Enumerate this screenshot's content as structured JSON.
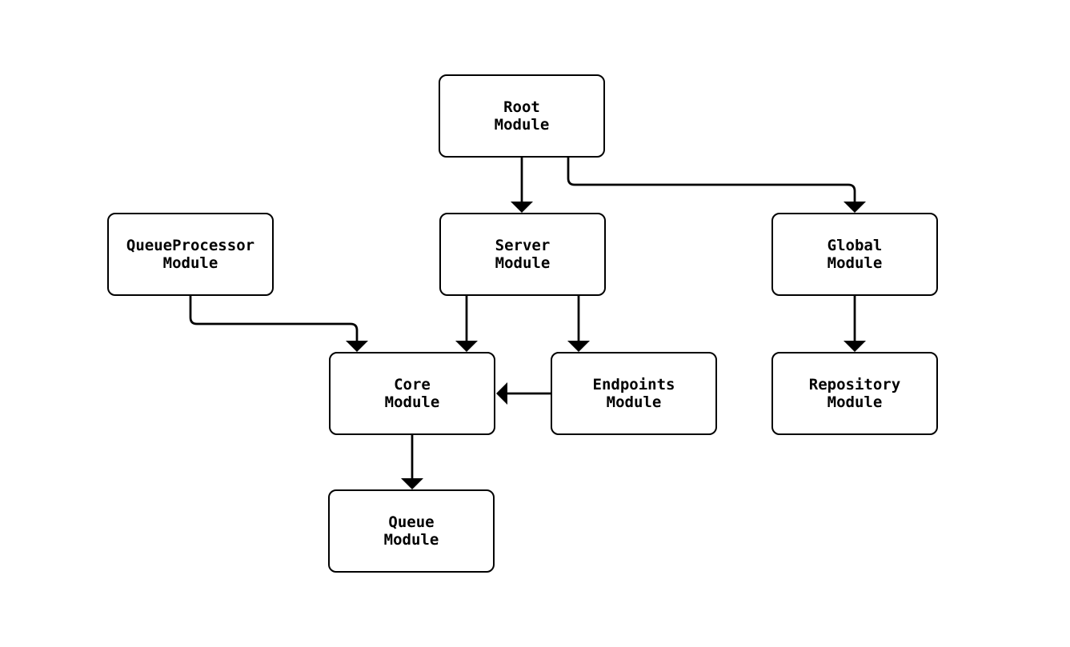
{
  "diagram": {
    "type": "module-dependency-flowchart",
    "background_color": "#ffffff",
    "node_fill_color": "#ffffff",
    "node_border_color": "#000000",
    "edge_color": "#000000",
    "text_color": "#000000",
    "nodes": [
      {
        "id": "root",
        "label": "Root\nModule"
      },
      {
        "id": "queueprocessor",
        "label": "QueueProcessor\nModule"
      },
      {
        "id": "server",
        "label": "Server\nModule"
      },
      {
        "id": "global",
        "label": "Global\nModule"
      },
      {
        "id": "core",
        "label": "Core\nModule"
      },
      {
        "id": "endpoints",
        "label": "Endpoints\nModule"
      },
      {
        "id": "repository",
        "label": "Repository\nModule"
      },
      {
        "id": "queue",
        "label": "Queue\nModule"
      }
    ],
    "edges": [
      {
        "from": "Root Module",
        "to": "Server Module"
      },
      {
        "from": "Root Module",
        "to": "Global Module"
      },
      {
        "from": "QueueProcessor Module",
        "to": "Core Module"
      },
      {
        "from": "Server Module",
        "to": "Core Module"
      },
      {
        "from": "Server Module",
        "to": "Endpoints Module"
      },
      {
        "from": "Global Module",
        "to": "Repository Module"
      },
      {
        "from": "Endpoints Module",
        "to": "Core Module"
      },
      {
        "from": "Core Module",
        "to": "Queue Module"
      }
    ]
  }
}
